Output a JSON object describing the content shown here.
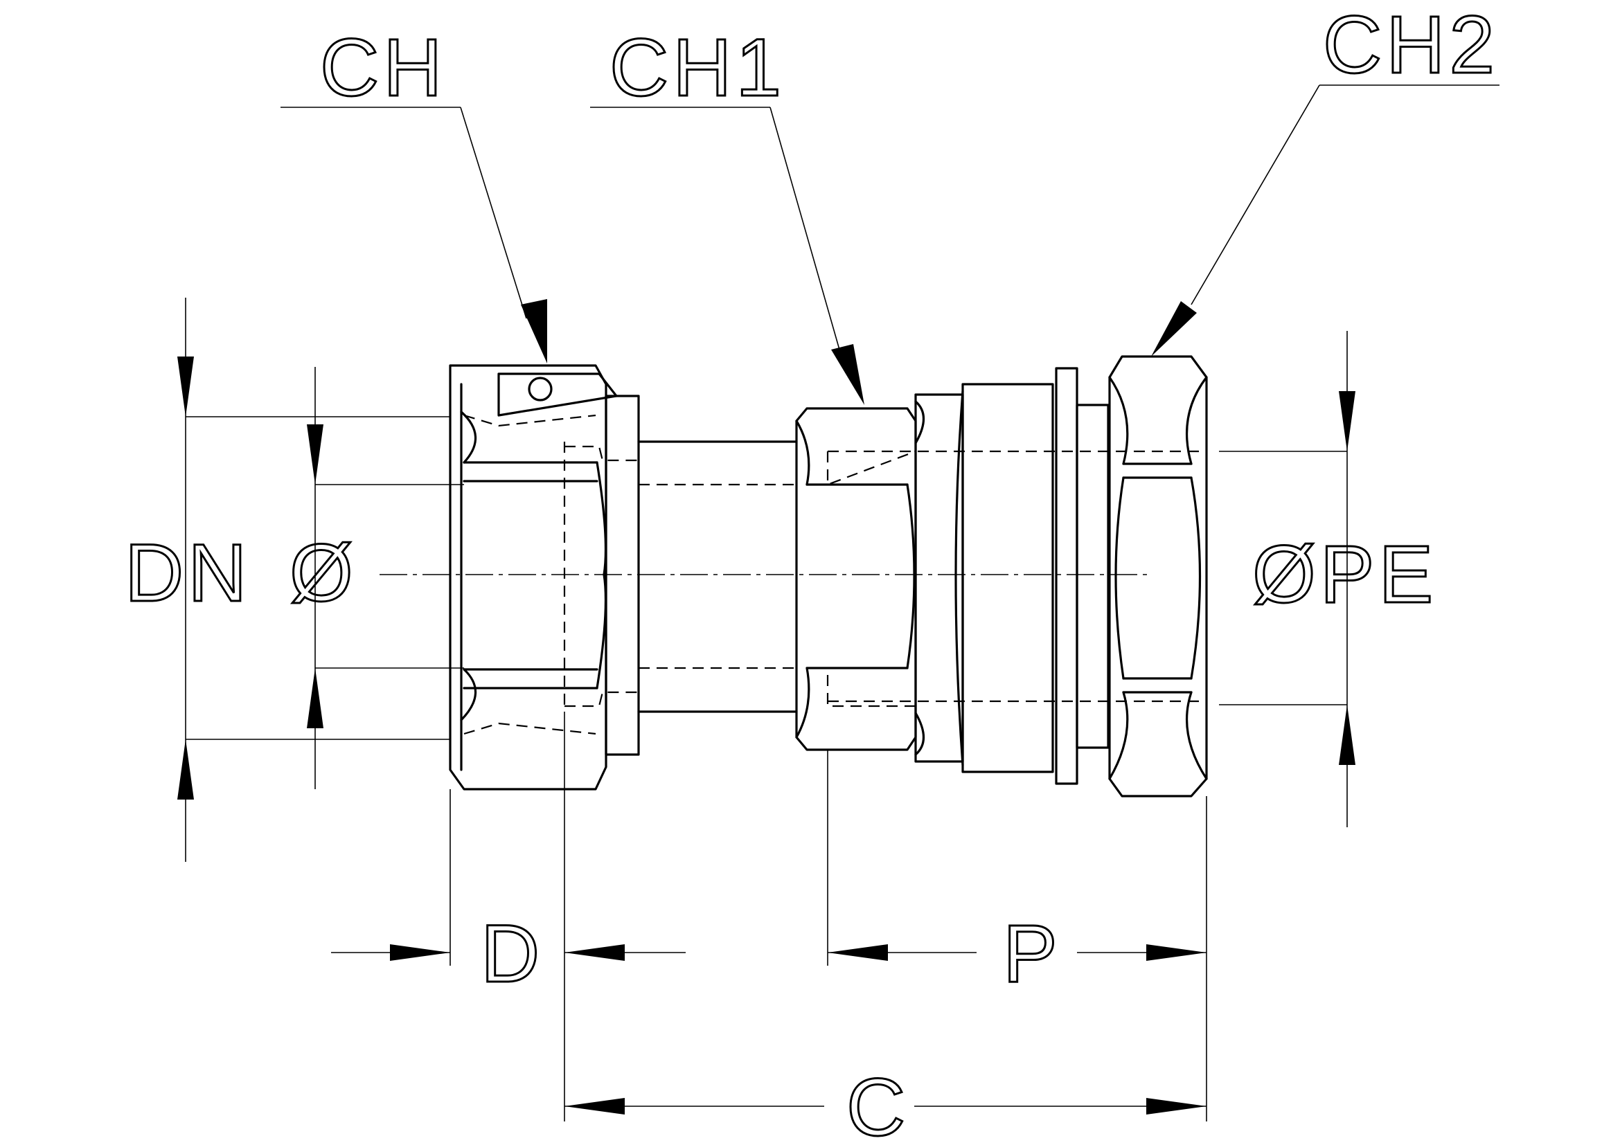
{
  "labels": {
    "ch": "CH",
    "ch1": "CH1",
    "ch2": "CH2",
    "dn": "DN",
    "dia": "Ø",
    "ope": "ØPE",
    "d": "D",
    "p": "P",
    "c": "C"
  }
}
